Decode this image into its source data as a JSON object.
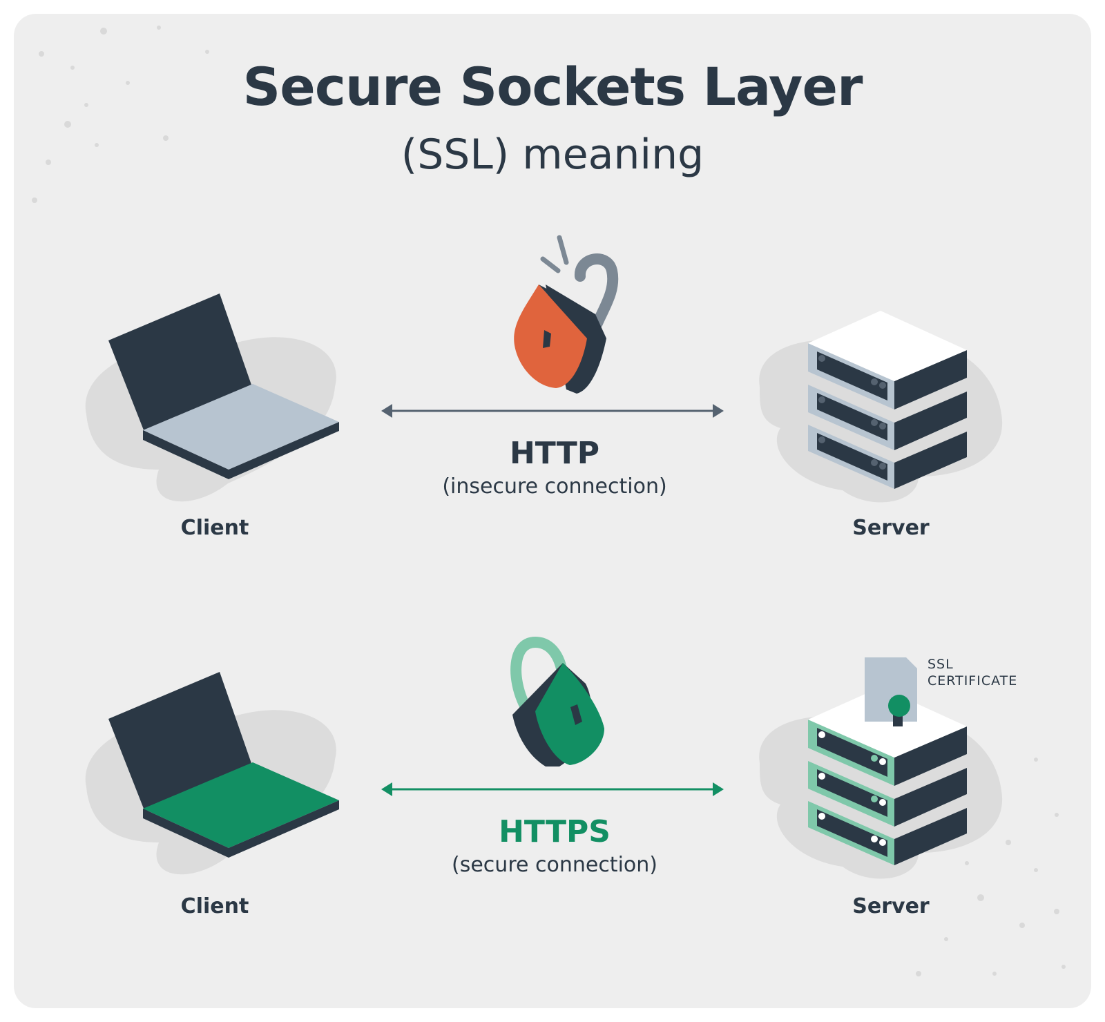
{
  "title": "Secure Sockets Layer",
  "subtitle": "(SSL) meaning",
  "insecure": {
    "client_label": "Client",
    "server_label": "Server",
    "protocol": "HTTP",
    "description": "(insecure connection)",
    "lock_icon": "unlocked-padlock-icon"
  },
  "secure": {
    "client_label": "Client",
    "server_label": "Server",
    "protocol": "HTTPS",
    "description": "(secure connection)",
    "lock_icon": "locked-padlock-icon",
    "certificate_label": "SSL\nCERTIFICATE"
  },
  "colors": {
    "dark": "#2b3845",
    "insecure_accent": "#e0643d",
    "secure_accent": "#128f63",
    "secure_light": "#7fc8aa",
    "gray_arrow": "#556270"
  }
}
